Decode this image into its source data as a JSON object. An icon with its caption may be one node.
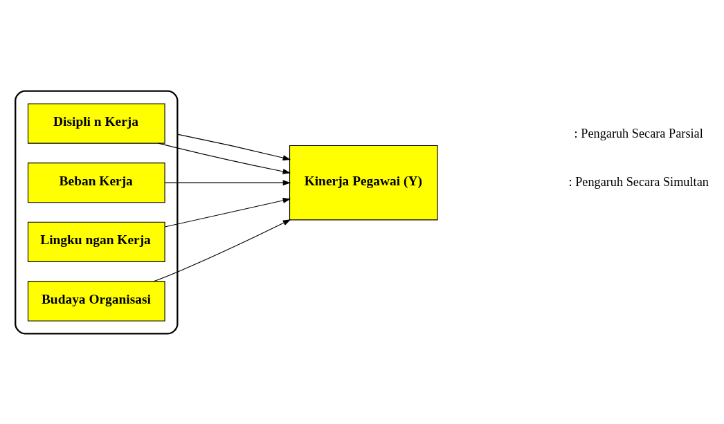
{
  "diagram": {
    "nodes": [
      {
        "text": [],
        "shape": "box"
      },
      {
        "text": [
          "Disipli n Kerja"
        ],
        "in": 0
      },
      {
        "text": [
          "Beban Kerja"
        ],
        "in": 0
      },
      {
        "text": [
          "Lingku ngan Kerja"
        ],
        "in": 0
      },
      {
        "text": [
          "Budaya Organisasi"
        ],
        "in": 0
      },
      {
        "text": [
          "Kinerja Pegawai (Y)"
        ]
      }
    ],
    "edges": [
      {
        "from": 1,
        "to": 5,
        "arrow": "to"
      },
      {
        "from": 2,
        "to": 5,
        "arrow": "to"
      },
      {
        "from": 3,
        "to": 5,
        "arrow": "to"
      },
      {
        "from": 4,
        "to": 5,
        "arrow": "to"
      },
      {
        "from": 0,
        "to": 5,
        "arrow": "to"
      }
    ],
    "legend": [
      {
        "text": ": Pengaruh Secara Parsial"
      },
      {
        "text": ": Pengaruh Secara Simultan"
      }
    ]
  }
}
